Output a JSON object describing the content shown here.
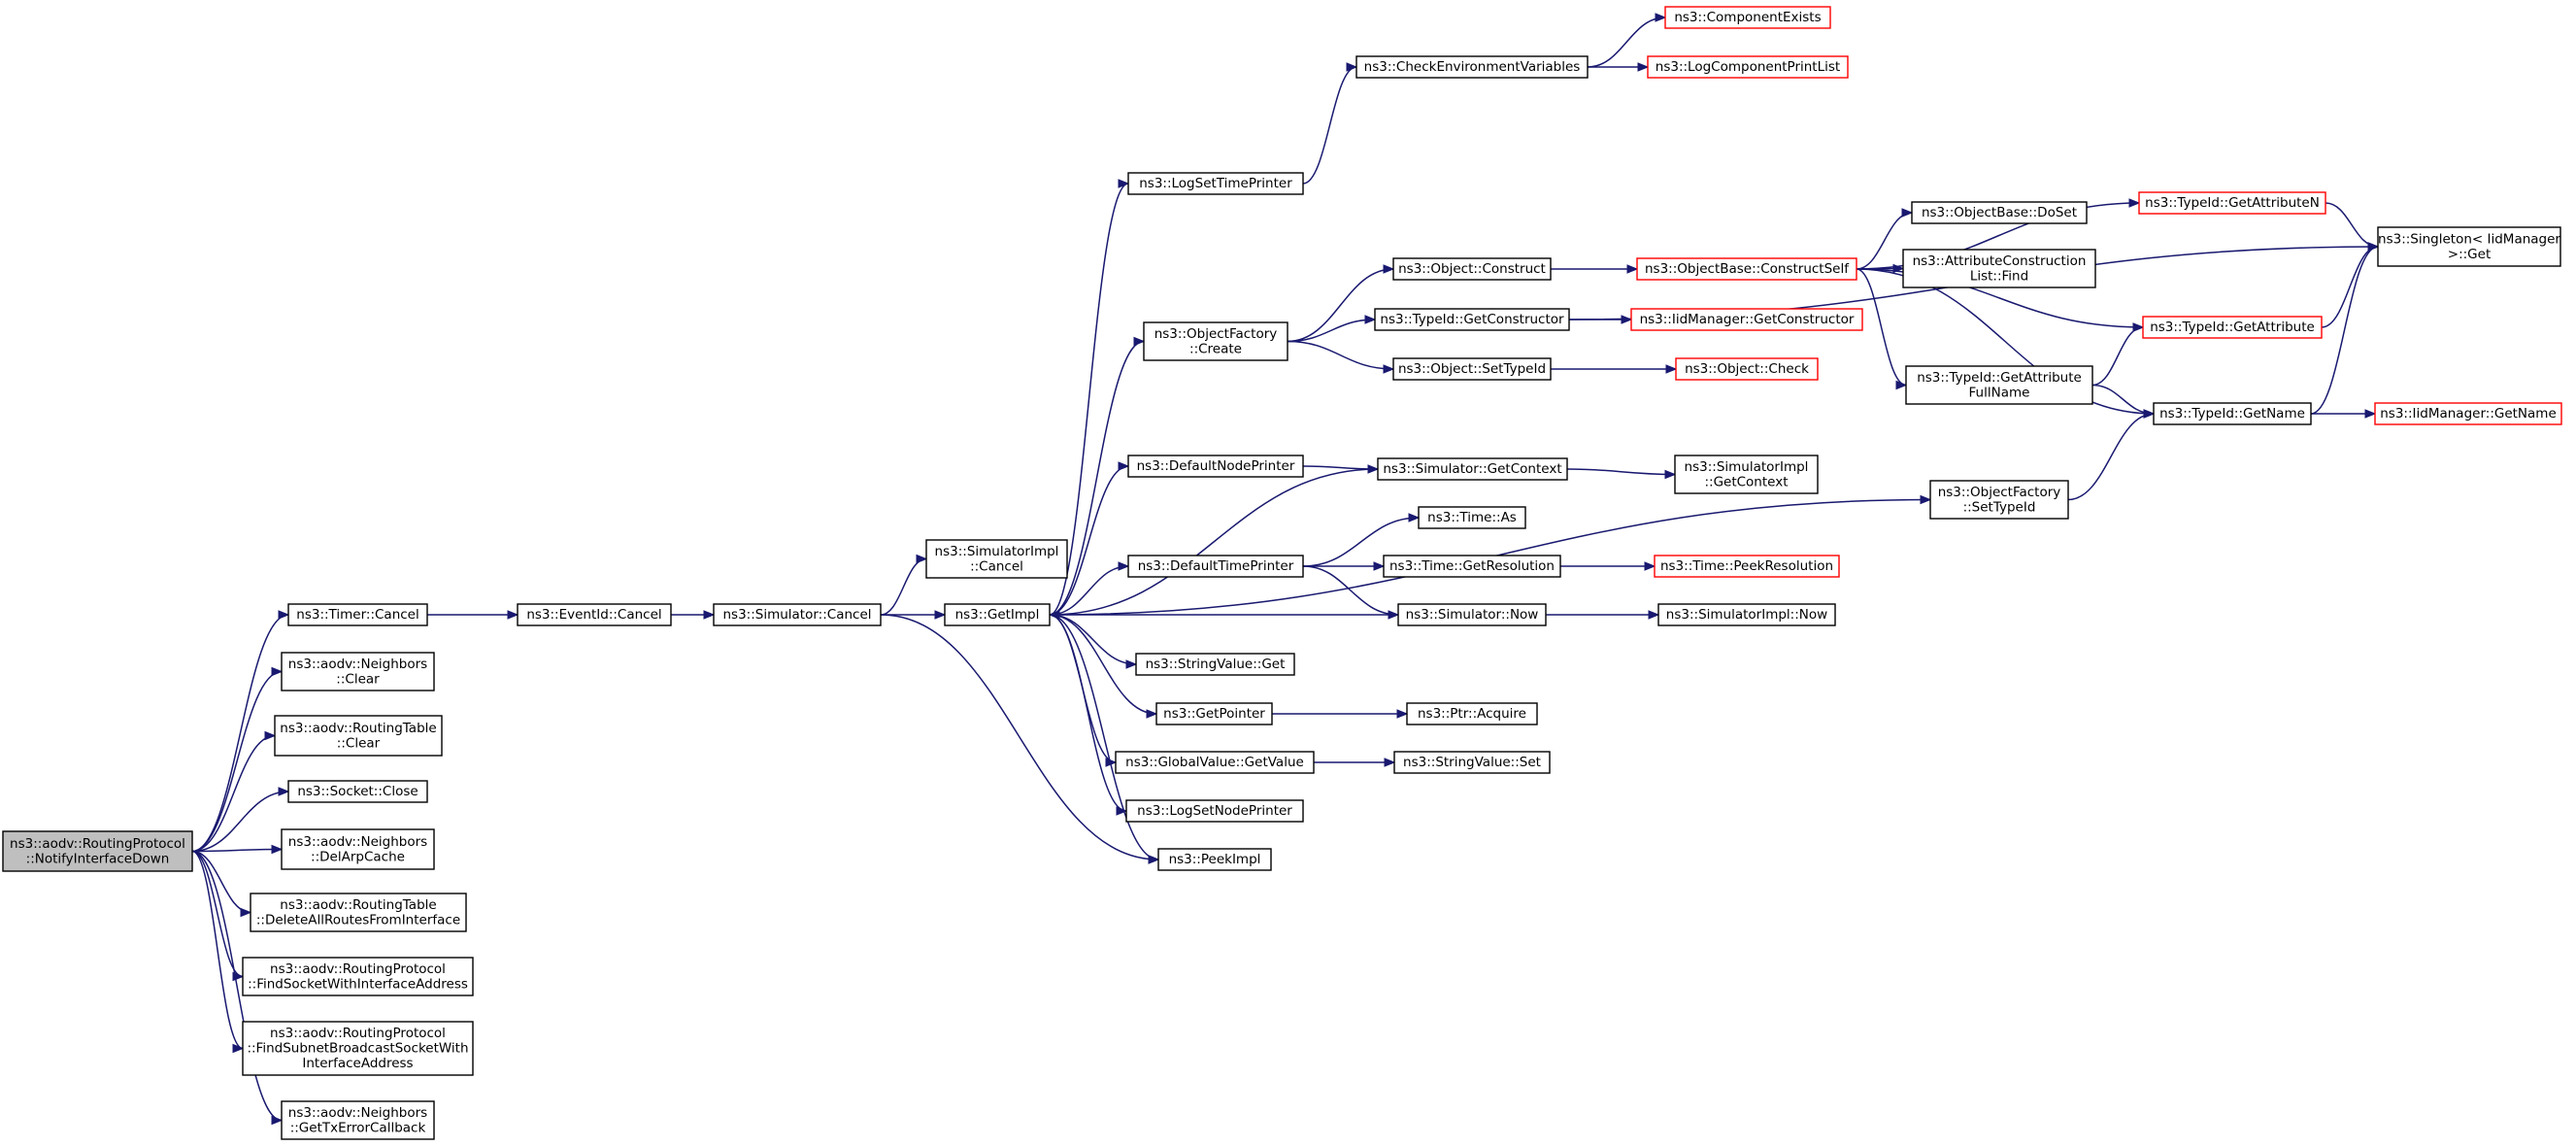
{
  "colors": {
    "edge": "#191970",
    "border_default": "#000000",
    "border_truncated": "#ff0000",
    "root_fill": "#bfbfbf"
  },
  "nodes": [
    {
      "id": "root",
      "lines": [
        "ns3::aodv::RoutingProtocol",
        "::NotifyInterfaceDown"
      ],
      "style": "root"
    },
    {
      "id": "timer_cancel",
      "lines": [
        "ns3::Timer::Cancel"
      ]
    },
    {
      "id": "neighbors_clear",
      "lines": [
        "ns3::aodv::Neighbors",
        "::Clear"
      ]
    },
    {
      "id": "rtable_clear",
      "lines": [
        "ns3::aodv::RoutingTable",
        "::Clear"
      ]
    },
    {
      "id": "socket_close",
      "lines": [
        "ns3::Socket::Close"
      ]
    },
    {
      "id": "neighbors_delarp",
      "lines": [
        "ns3::aodv::Neighbors",
        "::DelArpCache"
      ]
    },
    {
      "id": "rtable_delete",
      "lines": [
        "ns3::aodv::RoutingTable",
        "::DeleteAllRoutesFromInterface"
      ]
    },
    {
      "id": "find_socket",
      "lines": [
        "ns3::aodv::RoutingProtocol",
        "::FindSocketWithInterfaceAddress"
      ]
    },
    {
      "id": "find_subnet",
      "lines": [
        "ns3::aodv::RoutingProtocol",
        "::FindSubnetBroadcastSocketWith",
        "InterfaceAddress"
      ]
    },
    {
      "id": "neighbors_gettx",
      "lines": [
        "ns3::aodv::Neighbors",
        "::GetTxErrorCallback"
      ]
    },
    {
      "id": "eventid_cancel",
      "lines": [
        "ns3::EventId::Cancel"
      ]
    },
    {
      "id": "sim_cancel",
      "lines": [
        "ns3::Simulator::Cancel"
      ]
    },
    {
      "id": "simimpl_cancel",
      "lines": [
        "ns3::SimulatorImpl",
        "::Cancel"
      ]
    },
    {
      "id": "getimpl",
      "lines": [
        "ns3::GetImpl"
      ]
    },
    {
      "id": "peekimpl",
      "lines": [
        "ns3::PeekImpl"
      ]
    },
    {
      "id": "logsettime",
      "lines": [
        "ns3::LogSetTimePrinter"
      ]
    },
    {
      "id": "objfactory_create",
      "lines": [
        "ns3::ObjectFactory",
        "::Create"
      ]
    },
    {
      "id": "defaultnode",
      "lines": [
        "ns3::DefaultNodePrinter"
      ]
    },
    {
      "id": "defaulttime",
      "lines": [
        "ns3::DefaultTimePrinter"
      ]
    },
    {
      "id": "stringvalue_get",
      "lines": [
        "ns3::StringValue::Get"
      ]
    },
    {
      "id": "getpointer",
      "lines": [
        "ns3::GetPointer"
      ]
    },
    {
      "id": "globalvalue_get",
      "lines": [
        "ns3::GlobalValue::GetValue"
      ]
    },
    {
      "id": "logsetnode",
      "lines": [
        "ns3::LogSetNodePrinter"
      ]
    },
    {
      "id": "checkenv",
      "lines": [
        "ns3::CheckEnvironmentVariables"
      ]
    },
    {
      "id": "compexists",
      "lines": [
        "ns3::ComponentExists"
      ],
      "style": "red"
    },
    {
      "id": "logcomplist",
      "lines": [
        "ns3::LogComponentPrintList"
      ],
      "style": "red"
    },
    {
      "id": "obj_construct",
      "lines": [
        "ns3::Object::Construct"
      ]
    },
    {
      "id": "typeid_getctor",
      "lines": [
        "ns3::TypeId::GetConstructor"
      ]
    },
    {
      "id": "obj_settypeid",
      "lines": [
        "ns3::Object::SetTypeId"
      ]
    },
    {
      "id": "sim_getcontext",
      "lines": [
        "ns3::Simulator::GetContext"
      ]
    },
    {
      "id": "time_as",
      "lines": [
        "ns3::Time::As"
      ]
    },
    {
      "id": "time_getres",
      "lines": [
        "ns3::Time::GetResolution"
      ]
    },
    {
      "id": "sim_now",
      "lines": [
        "ns3::Simulator::Now"
      ]
    },
    {
      "id": "ptr_acquire",
      "lines": [
        "ns3::Ptr::Acquire"
      ]
    },
    {
      "id": "stringvalue_set",
      "lines": [
        "ns3::StringValue::Set"
      ]
    },
    {
      "id": "objbase_constructself",
      "lines": [
        "ns3::ObjectBase::ConstructSelf"
      ],
      "style": "red"
    },
    {
      "id": "iidmgr_getctor",
      "lines": [
        "ns3::IidManager::GetConstructor"
      ],
      "style": "red"
    },
    {
      "id": "obj_check",
      "lines": [
        "ns3::Object::Check"
      ],
      "style": "red"
    },
    {
      "id": "simimpl_getcontext",
      "lines": [
        "ns3::SimulatorImpl",
        "::GetContext"
      ]
    },
    {
      "id": "time_peekres",
      "lines": [
        "ns3::Time::PeekResolution"
      ],
      "style": "red"
    },
    {
      "id": "simimpl_now",
      "lines": [
        "ns3::SimulatorImpl::Now"
      ]
    },
    {
      "id": "objbase_doset",
      "lines": [
        "ns3::ObjectBase::DoSet"
      ]
    },
    {
      "id": "attrconstr_find",
      "lines": [
        "ns3::AttributeConstruction",
        "List::Find"
      ]
    },
    {
      "id": "typeid_getattrfull",
      "lines": [
        "ns3::TypeId::GetAttribute",
        "FullName"
      ]
    },
    {
      "id": "objfactory_settypeid",
      "lines": [
        "ns3::ObjectFactory",
        "::SetTypeId"
      ]
    },
    {
      "id": "typeid_getattrn",
      "lines": [
        "ns3::TypeId::GetAttributeN"
      ],
      "style": "red"
    },
    {
      "id": "typeid_getattr",
      "lines": [
        "ns3::TypeId::GetAttribute"
      ],
      "style": "red"
    },
    {
      "id": "typeid_getname",
      "lines": [
        "ns3::TypeId::GetName"
      ]
    },
    {
      "id": "singleton_get",
      "lines": [
        "ns3::Singleton< IidManager",
        " >::Get"
      ]
    },
    {
      "id": "iidmgr_getname",
      "lines": [
        "ns3::IidManager::GetName"
      ],
      "style": "red"
    }
  ],
  "edges": [
    [
      "root",
      "timer_cancel"
    ],
    [
      "root",
      "neighbors_clear"
    ],
    [
      "root",
      "rtable_clear"
    ],
    [
      "root",
      "socket_close"
    ],
    [
      "root",
      "neighbors_delarp"
    ],
    [
      "root",
      "rtable_delete"
    ],
    [
      "root",
      "find_socket"
    ],
    [
      "root",
      "find_subnet"
    ],
    [
      "root",
      "neighbors_gettx"
    ],
    [
      "timer_cancel",
      "eventid_cancel"
    ],
    [
      "eventid_cancel",
      "sim_cancel"
    ],
    [
      "sim_cancel",
      "simimpl_cancel"
    ],
    [
      "sim_cancel",
      "getimpl"
    ],
    [
      "sim_cancel",
      "peekimpl"
    ],
    [
      "getimpl",
      "logsettime"
    ],
    [
      "getimpl",
      "objfactory_create"
    ],
    [
      "getimpl",
      "defaultnode"
    ],
    [
      "getimpl",
      "defaulttime"
    ],
    [
      "getimpl",
      "stringvalue_get"
    ],
    [
      "getimpl",
      "getpointer"
    ],
    [
      "getimpl",
      "globalvalue_get"
    ],
    [
      "getimpl",
      "logsetnode"
    ],
    [
      "getimpl",
      "peekimpl"
    ],
    [
      "getimpl",
      "objfactory_settypeid"
    ],
    [
      "logsettime",
      "checkenv"
    ],
    [
      "checkenv",
      "compexists"
    ],
    [
      "checkenv",
      "logcomplist"
    ],
    [
      "objfactory_create",
      "obj_construct"
    ],
    [
      "objfactory_create",
      "typeid_getctor"
    ],
    [
      "objfactory_create",
      "obj_settypeid"
    ],
    [
      "obj_construct",
      "objbase_constructself"
    ],
    [
      "typeid_getctor",
      "iidmgr_getctor"
    ],
    [
      "typeid_getctor",
      "singleton_get"
    ],
    [
      "obj_settypeid",
      "obj_check"
    ],
    [
      "defaultnode",
      "sim_getcontext"
    ],
    [
      "sim_getcontext",
      "simimpl_getcontext"
    ],
    [
      "sim_getcontext",
      "getimpl"
    ],
    [
      "defaulttime",
      "time_as"
    ],
    [
      "defaulttime",
      "time_getres"
    ],
    [
      "defaulttime",
      "sim_now"
    ],
    [
      "time_getres",
      "time_peekres"
    ],
    [
      "sim_now",
      "simimpl_now"
    ],
    [
      "sim_now",
      "getimpl"
    ],
    [
      "getpointer",
      "ptr_acquire"
    ],
    [
      "globalvalue_get",
      "stringvalue_set"
    ],
    [
      "objbase_constructself",
      "objbase_doset"
    ],
    [
      "objbase_constructself",
      "attrconstr_find"
    ],
    [
      "objbase_constructself",
      "typeid_getattrfull"
    ],
    [
      "objbase_constructself",
      "typeid_getattrn"
    ],
    [
      "objbase_constructself",
      "typeid_getattr"
    ],
    [
      "objbase_constructself",
      "typeid_getname"
    ],
    [
      "typeid_getattrfull",
      "typeid_getattr"
    ],
    [
      "typeid_getattrfull",
      "typeid_getname"
    ],
    [
      "objfactory_settypeid",
      "typeid_getname"
    ],
    [
      "typeid_getattrn",
      "singleton_get"
    ],
    [
      "typeid_getattr",
      "singleton_get"
    ],
    [
      "typeid_getname",
      "singleton_get"
    ],
    [
      "typeid_getname",
      "iidmgr_getname"
    ]
  ]
}
